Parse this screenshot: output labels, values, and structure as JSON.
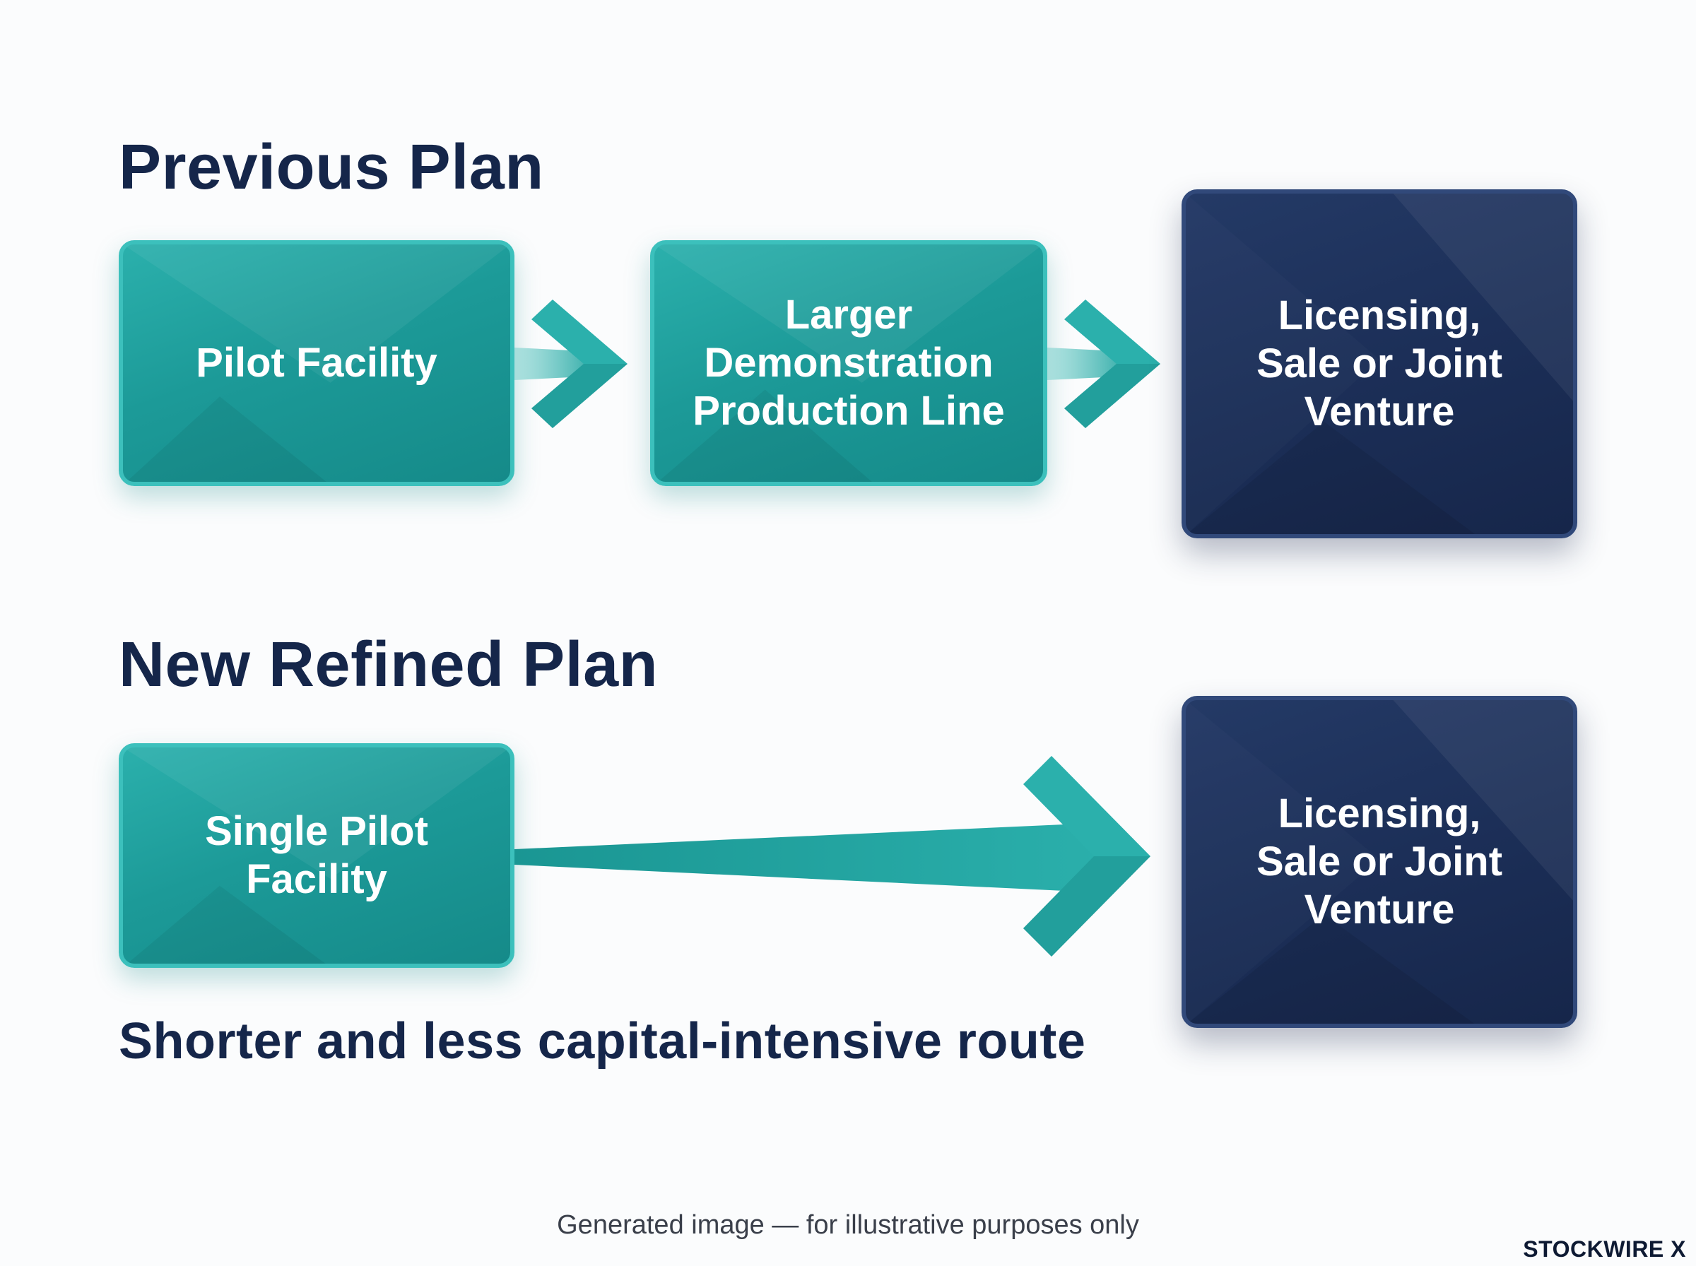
{
  "previous_plan": {
    "heading": "Previous Plan",
    "steps": [
      {
        "label": "Pilot Facility"
      },
      {
        "label": "Larger\nDemonstration\nProduction Line"
      },
      {
        "label": "Licensing,\nSale or Joint\nVenture"
      }
    ]
  },
  "refined_plan": {
    "heading": "New Refined Plan",
    "steps": [
      {
        "label": "Single Pilot\nFacility"
      },
      {
        "label": "Licensing,\nSale or Joint\nVenture"
      }
    ],
    "tagline": "Shorter and less capital-intensive route"
  },
  "footer": {
    "note": "Generated image — for illustrative purposes only",
    "brand": "STOCKWIRE X"
  },
  "colors": {
    "teal": "#1c9a98",
    "teal_light": "#3cc0bc",
    "navy": "#1c2f58",
    "heading_text": "#15264a"
  }
}
